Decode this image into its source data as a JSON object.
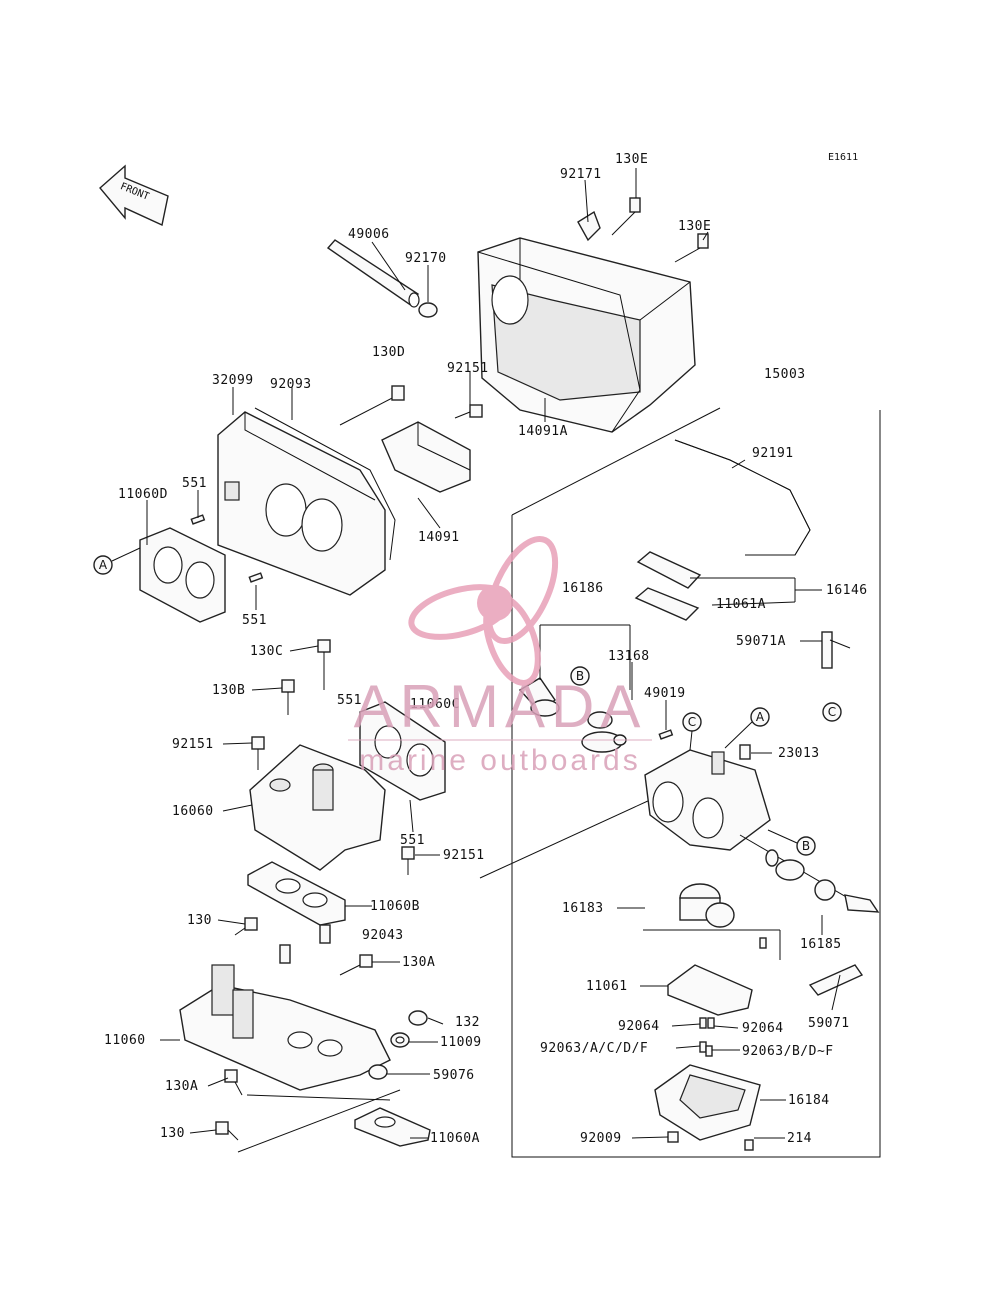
{
  "diagram_code": "E1611",
  "front_label": "FRONT",
  "callouts": {
    "a": "A",
    "b": "B",
    "c": "C"
  },
  "part_numbers": [
    "92171",
    "130E",
    "130E",
    "49006",
    "92170",
    "130D",
    "92151",
    "32099",
    "92093",
    "15003",
    "14091A",
    "92191",
    "551",
    "11060D",
    "14091",
    "551",
    "16186",
    "16146",
    "11061A",
    "130C",
    "59071A",
    "13168",
    "130B",
    "551",
    "11060C",
    "49019",
    "92151",
    "23013",
    "16060",
    "551",
    "92151",
    "11060B",
    "16183",
    "16185",
    "130",
    "92043",
    "130A",
    "11061",
    "132",
    "59071",
    "92064",
    "92064",
    "11060",
    "11009",
    "92063/A/C/D/F",
    "92063/B/D~F",
    "130A",
    "59076",
    "16184",
    "130",
    "11060A",
    "92009",
    "214"
  ],
  "watermark": {
    "brand": "ARMADA",
    "tagline": "marine outboards",
    "color": "#e8a0b8"
  }
}
